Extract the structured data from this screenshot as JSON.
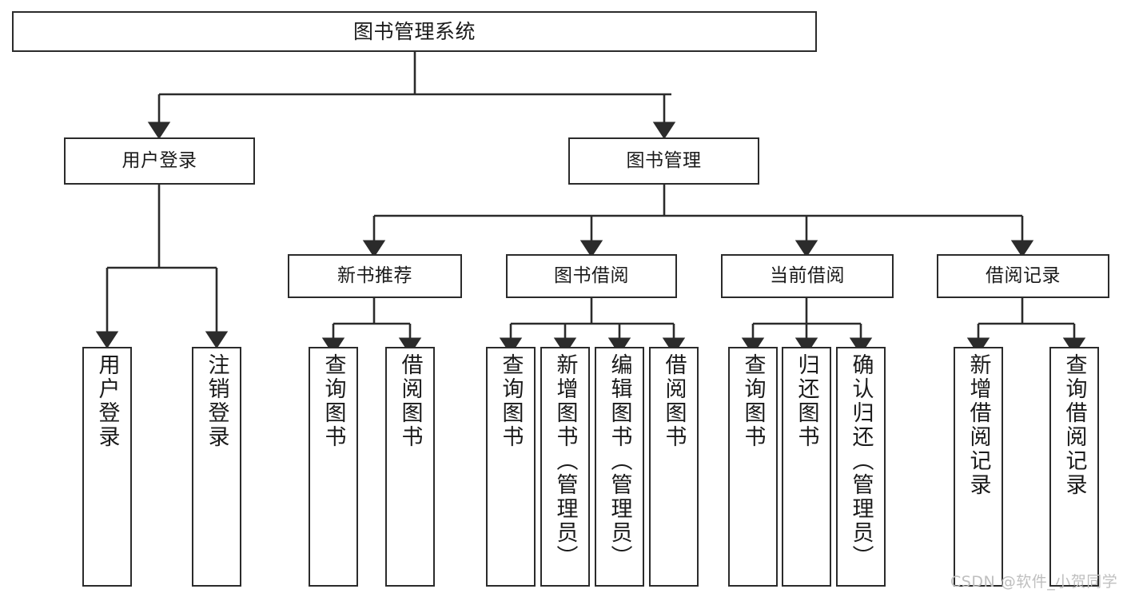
{
  "diagram": {
    "title": "图书管理系统",
    "type": "hierarchy-tree",
    "orientation": "top-down",
    "colors": {
      "box_border": "#2b2b2b",
      "box_fill": "#ffffff",
      "connector": "#2b2b2b",
      "text": "#1a1a1a",
      "watermark": "#bfbfbf",
      "background": "#ffffff"
    }
  },
  "watermark": {
    "text": "CSDN @软件_小贺同学"
  },
  "nodes": {
    "root": {
      "label": "图书管理系统",
      "level": 1,
      "orientation": "horizontal"
    },
    "level2": [
      {
        "id": "user-login",
        "label": "用户登录",
        "orientation": "horizontal"
      },
      {
        "id": "book-management",
        "label": "图书管理",
        "orientation": "horizontal"
      }
    ],
    "level3": [
      {
        "id": "new-book-recommend",
        "label": "新书推荐",
        "orientation": "horizontal",
        "parent": "book-management"
      },
      {
        "id": "book-borrow",
        "label": "图书借阅",
        "orientation": "horizontal",
        "parent": "book-management"
      },
      {
        "id": "current-borrow",
        "label": "当前借阅",
        "orientation": "horizontal",
        "parent": "book-management"
      },
      {
        "id": "borrow-record",
        "label": "借阅记录",
        "orientation": "horizontal",
        "parent": "book-management"
      }
    ],
    "leaves": [
      {
        "id": "leaf-user-login",
        "label": "用户登录",
        "orientation": "vertical",
        "parent": "user-login"
      },
      {
        "id": "leaf-user-logout",
        "label": "注销登录",
        "orientation": "vertical",
        "parent": "user-login"
      },
      {
        "id": "leaf-query-book-1",
        "label": "查询图书",
        "orientation": "vertical",
        "parent": "new-book-recommend"
      },
      {
        "id": "leaf-borrow-book-1",
        "label": "借阅图书",
        "orientation": "vertical",
        "parent": "new-book-recommend"
      },
      {
        "id": "leaf-query-book-2",
        "label": "查询图书",
        "orientation": "vertical",
        "parent": "book-borrow"
      },
      {
        "id": "leaf-add-book",
        "label": "新增图书（管理员）",
        "orientation": "vertical",
        "parent": "book-borrow"
      },
      {
        "id": "leaf-edit-book",
        "label": "编辑图书（管理员）",
        "orientation": "vertical",
        "parent": "book-borrow"
      },
      {
        "id": "leaf-borrow-book-2",
        "label": "借阅图书",
        "orientation": "vertical",
        "parent": "book-borrow"
      },
      {
        "id": "leaf-query-book-3",
        "label": "查询图书",
        "orientation": "vertical",
        "parent": "current-borrow"
      },
      {
        "id": "leaf-return-book",
        "label": "归还图书",
        "orientation": "vertical",
        "parent": "current-borrow"
      },
      {
        "id": "leaf-confirm-return",
        "label": "确认归还（管理员）",
        "orientation": "vertical",
        "parent": "current-borrow"
      },
      {
        "id": "leaf-add-record",
        "label": "新增借阅记录",
        "orientation": "vertical",
        "parent": "borrow-record"
      },
      {
        "id": "leaf-query-record",
        "label": "查询借阅记录",
        "orientation": "vertical",
        "parent": "borrow-record"
      }
    ]
  }
}
